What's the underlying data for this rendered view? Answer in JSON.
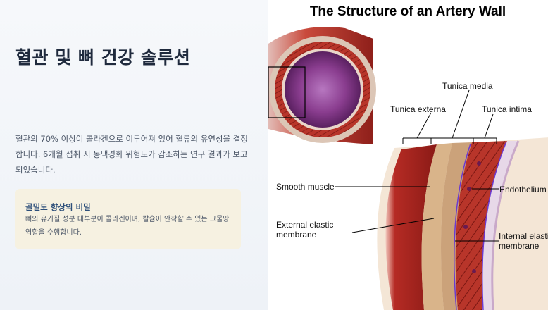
{
  "article": {
    "title": "혈관 및 뼈 건강 솔루션",
    "description": "혈관의 70% 이상이 콜라겐으로 이루어져 있어 혈류의 유연성을 결정합니다. 6개월 섭취 시 동맥경화 위험도가 감소하는 연구 결과가 보고되었습니다.",
    "callout": {
      "title": "골밀도 향상의 비밀",
      "text": "뼈의 유기질 성분 대부분이 콜라겐이며, 칼슘이 안착할 수 있는 그물망 역할을 수행합니다."
    }
  },
  "diagram": {
    "title": "The Structure of an Artery Wall",
    "labels": {
      "tunica_media": "Tunica media",
      "tunica_externa": "Tunica externa",
      "tunica_intima": "Tunica intima",
      "smooth_muscle": "Smooth muscle",
      "endothelium": "Endothelium",
      "external_elastic_line1": "External elastic",
      "external_elastic_line2": "membrane",
      "internal_elastic_line1": "Internal elastic",
      "internal_elastic_line2": "membrane"
    },
    "colors": {
      "muscle": "#b8352a",
      "externa": "#d9b48a",
      "lumen": "#8a3d8f",
      "outer_wall": "#c0392b"
    }
  }
}
